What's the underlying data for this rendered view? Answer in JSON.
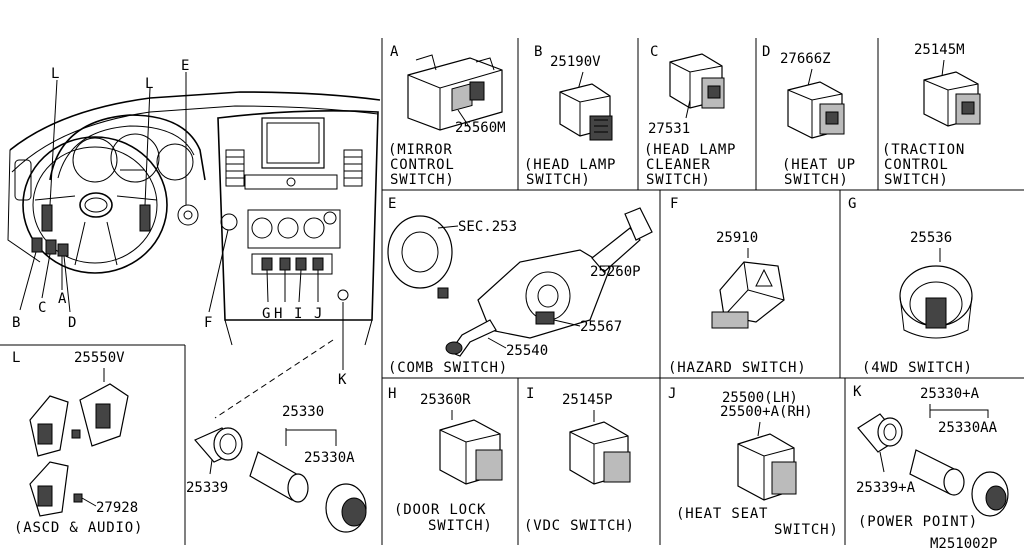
{
  "diagram_code": "M251002P",
  "overview": {
    "callouts": [
      "L",
      "L",
      "E",
      "B",
      "C",
      "A",
      "D",
      "F",
      "G",
      "H",
      "I",
      "J",
      "K"
    ]
  },
  "panels": {
    "A": {
      "letter": "A",
      "part": "25560M",
      "caption": [
        "(MIRROR",
        "CONTROL",
        "SWITCH)"
      ]
    },
    "B": {
      "letter": "B",
      "part": "25190V",
      "caption": [
        "(HEAD LAMP",
        "SWITCH)"
      ]
    },
    "C": {
      "letter": "C",
      "part": "27531",
      "caption": [
        "(HEAD LAMP",
        "CLEANER",
        "SWITCH)"
      ]
    },
    "D": {
      "letter": "D",
      "part": "27666Z",
      "caption": [
        "(HEAT UP",
        "SWITCH)"
      ]
    },
    "TC": {
      "part": "25145M",
      "caption": [
        "(TRACTION",
        "CONTROL",
        "SWITCH)"
      ]
    },
    "E": {
      "letter": "E",
      "parts": [
        "SEC.253",
        "25260P",
        "25567",
        "25540"
      ],
      "caption": "(COMB SWITCH)"
    },
    "F": {
      "letter": "F",
      "part": "25910",
      "caption": "(HAZARD SWITCH)"
    },
    "G": {
      "letter": "G",
      "part": "25536",
      "caption": "(4WD SWITCH)"
    },
    "L": {
      "letter": "L",
      "parts": [
        "25550V",
        "27928"
      ],
      "caption": "(ASCD & AUDIO)"
    },
    "K_main": {
      "parts": [
        "25330",
        "25330A",
        "25339"
      ]
    },
    "H": {
      "letter": "H",
      "part": "25360R",
      "caption": [
        "(DOOR LOCK",
        "SWITCH)"
      ]
    },
    "I": {
      "letter": "I",
      "part": "25145P",
      "caption": "(VDC SWITCH)"
    },
    "J": {
      "letter": "J",
      "parts": [
        "25500(LH)",
        "25500+A(RH)"
      ],
      "caption": [
        "(HEAT SEAT",
        "SWITCH)"
      ]
    },
    "K": {
      "letter": "K",
      "parts": [
        "25330+A",
        "25330AA",
        "25339+A"
      ],
      "caption": "(POWER POINT)"
    }
  }
}
